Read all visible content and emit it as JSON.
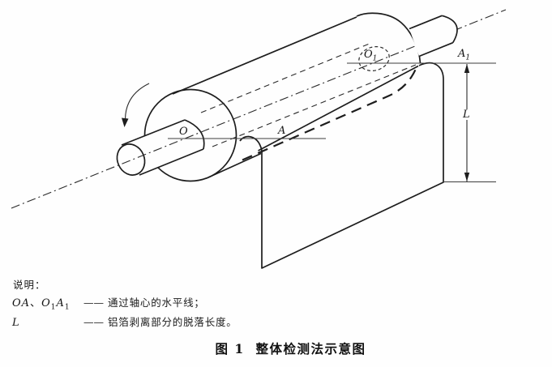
{
  "figure": {
    "labels": {
      "o": {
        "base": "O",
        "sub": ""
      },
      "a": {
        "base": "A",
        "sub": ""
      },
      "o1": {
        "base": "O",
        "sub": "1"
      },
      "a1": {
        "base": "A",
        "sub": "1"
      },
      "l": {
        "base": "L",
        "sub": ""
      }
    },
    "colors": {
      "ink": "#1d1d1d",
      "thin_line": "#3c3c3c",
      "background": "#fefefe"
    }
  },
  "legend": {
    "heading": "说明：",
    "items": [
      {
        "part_a": "OA",
        "sep": "、",
        "part_b": "O",
        "sub_b": "1",
        "part_c": "A",
        "sub_c": "1",
        "dash": "——",
        "text": "通过轴心的水平线；"
      },
      {
        "part_a": "L",
        "sep": "",
        "part_b": "",
        "sub_b": "",
        "part_c": "",
        "sub_c": "",
        "dash": "——",
        "text": "铝箔剥离部分的脱落长度。"
      }
    ]
  },
  "caption": "图 1  整体检测法示意图"
}
